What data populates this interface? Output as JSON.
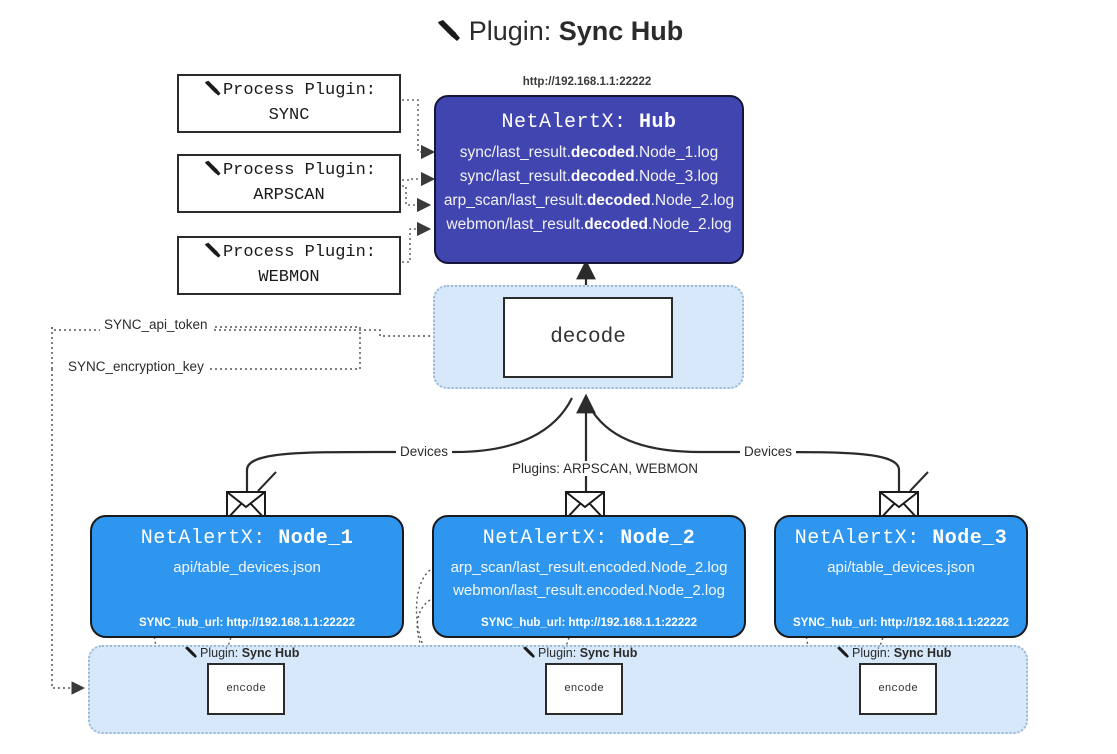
{
  "title": {
    "icon": "plug-icon",
    "prefix": "Plugin: ",
    "name": "Sync Hub"
  },
  "process_plugins": [
    {
      "icon": "plug-icon",
      "line1": "Process Plugin:",
      "line2": "SYNC"
    },
    {
      "icon": "plug-icon",
      "line1": "Process Plugin:",
      "line2": "ARPSCAN"
    },
    {
      "icon": "plug-icon",
      "line1": "Process Plugin:",
      "line2": "WEBMON"
    }
  ],
  "hub": {
    "url": "http://192.168.1.1:22222",
    "title_prefix": "NetAlertX: ",
    "title_name": "Hub",
    "logs": [
      {
        "pre": "sync/last_result.",
        "mid": "decoded",
        "post": ".Node_1.log"
      },
      {
        "pre": "sync/last_result.",
        "mid": "decoded",
        "post": ".Node_3.log"
      },
      {
        "pre": "arp_scan/last_result.",
        "mid": "decoded",
        "post": ".Node_2.log"
      },
      {
        "pre": "webmon/last_result.",
        "mid": "decoded",
        "post": ".Node_2.log"
      }
    ]
  },
  "decode": {
    "label": "decode"
  },
  "settings": {
    "api_token": "SYNC_api_token",
    "encryption_key": "SYNC_encryption_key"
  },
  "edges": {
    "devices_left": "Devices",
    "devices_right": "Devices",
    "plugins_center": "Plugins: ARPSCAN, WEBMON"
  },
  "nodes": [
    {
      "icon": "envelope-icon",
      "title_prefix": "NetAlertX: ",
      "title_name": "Node_1",
      "lines": [
        "api/table_devices.json"
      ],
      "footer": "SYNC_hub_url: http://192.168.1.1:22222"
    },
    {
      "icon": "envelope-icon",
      "title_prefix": "NetAlertX: ",
      "title_name": "Node_2",
      "lines": [
        "arp_scan/last_result.encoded.Node_2.log",
        "webmon/last_result.encoded.Node_2.log"
      ],
      "footer": "SYNC_hub_url: http://192.168.1.1:22222"
    },
    {
      "icon": "envelope-icon",
      "title_prefix": "NetAlertX: ",
      "title_name": "Node_3",
      "lines": [
        "api/table_devices.json"
      ],
      "footer": "SYNC_hub_url: http://192.168.1.1:22222"
    }
  ],
  "encoders": [
    {
      "icon": "plug-icon",
      "label_prefix": "Plugin: ",
      "label_name": "Sync Hub",
      "box": "encode"
    },
    {
      "icon": "plug-icon",
      "label_prefix": "Plugin: ",
      "label_name": "Sync Hub",
      "box": "encode"
    },
    {
      "icon": "plug-icon",
      "label_prefix": "Plugin: ",
      "label_name": "Sync Hub",
      "box": "encode"
    }
  ],
  "colors": {
    "hub": "#4145b0",
    "node": "#2e96ef",
    "container": "#d6e8fa",
    "container_border": "#9bb8d4",
    "stroke": "#2b2b2b"
  }
}
